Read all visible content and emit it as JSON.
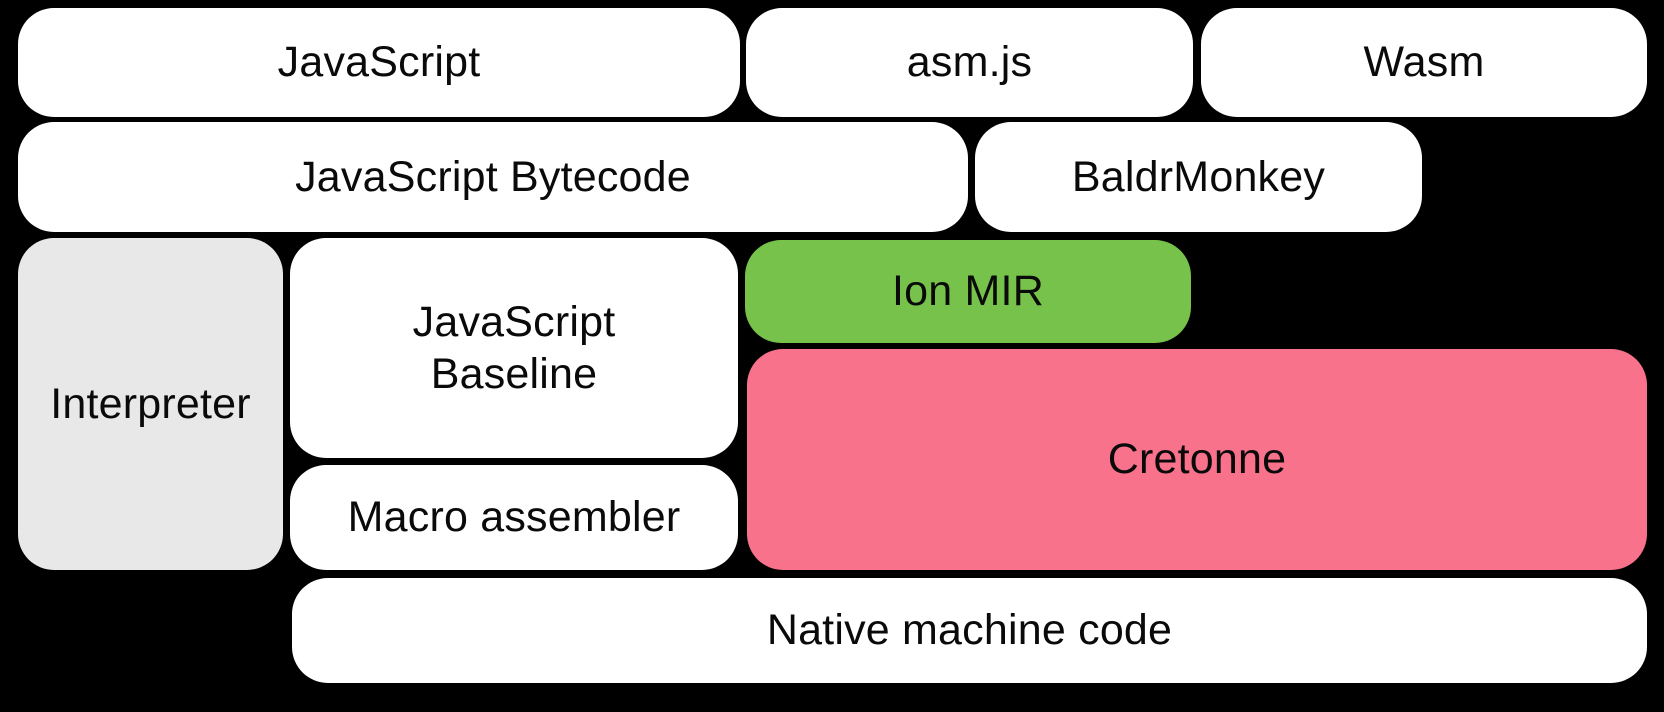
{
  "diagram": {
    "title": "SpiderMonkey compilation pipeline diagram",
    "background_color": "#000000",
    "text_color": "#0a0a0a",
    "colors": {
      "white_box": "#ffffff",
      "gray_box": "#e8e8e8",
      "green_box": "#77c24a",
      "pink_box": "#f7728a"
    },
    "boxes": {
      "javascript": {
        "label": "JavaScript",
        "color": "#ffffff"
      },
      "asmjs": {
        "label": "asm.js",
        "color": "#ffffff"
      },
      "wasm": {
        "label": "Wasm",
        "color": "#ffffff"
      },
      "bytecode": {
        "label": "JavaScript Bytecode",
        "color": "#ffffff"
      },
      "baldrmonkey": {
        "label": "BaldrMonkey",
        "color": "#ffffff"
      },
      "interpreter": {
        "label": "Interpreter",
        "color": "#e8e8e8"
      },
      "baseline": {
        "label": "JavaScript Baseline",
        "color": "#ffffff"
      },
      "ion_mir": {
        "label": "Ion MIR",
        "color": "#77c24a"
      },
      "cretonne": {
        "label": "Cretonne",
        "color": "#f7728a"
      },
      "macro": {
        "label": "Macro assembler",
        "color": "#ffffff"
      },
      "native": {
        "label": "Native machine code",
        "color": "#ffffff"
      }
    }
  }
}
